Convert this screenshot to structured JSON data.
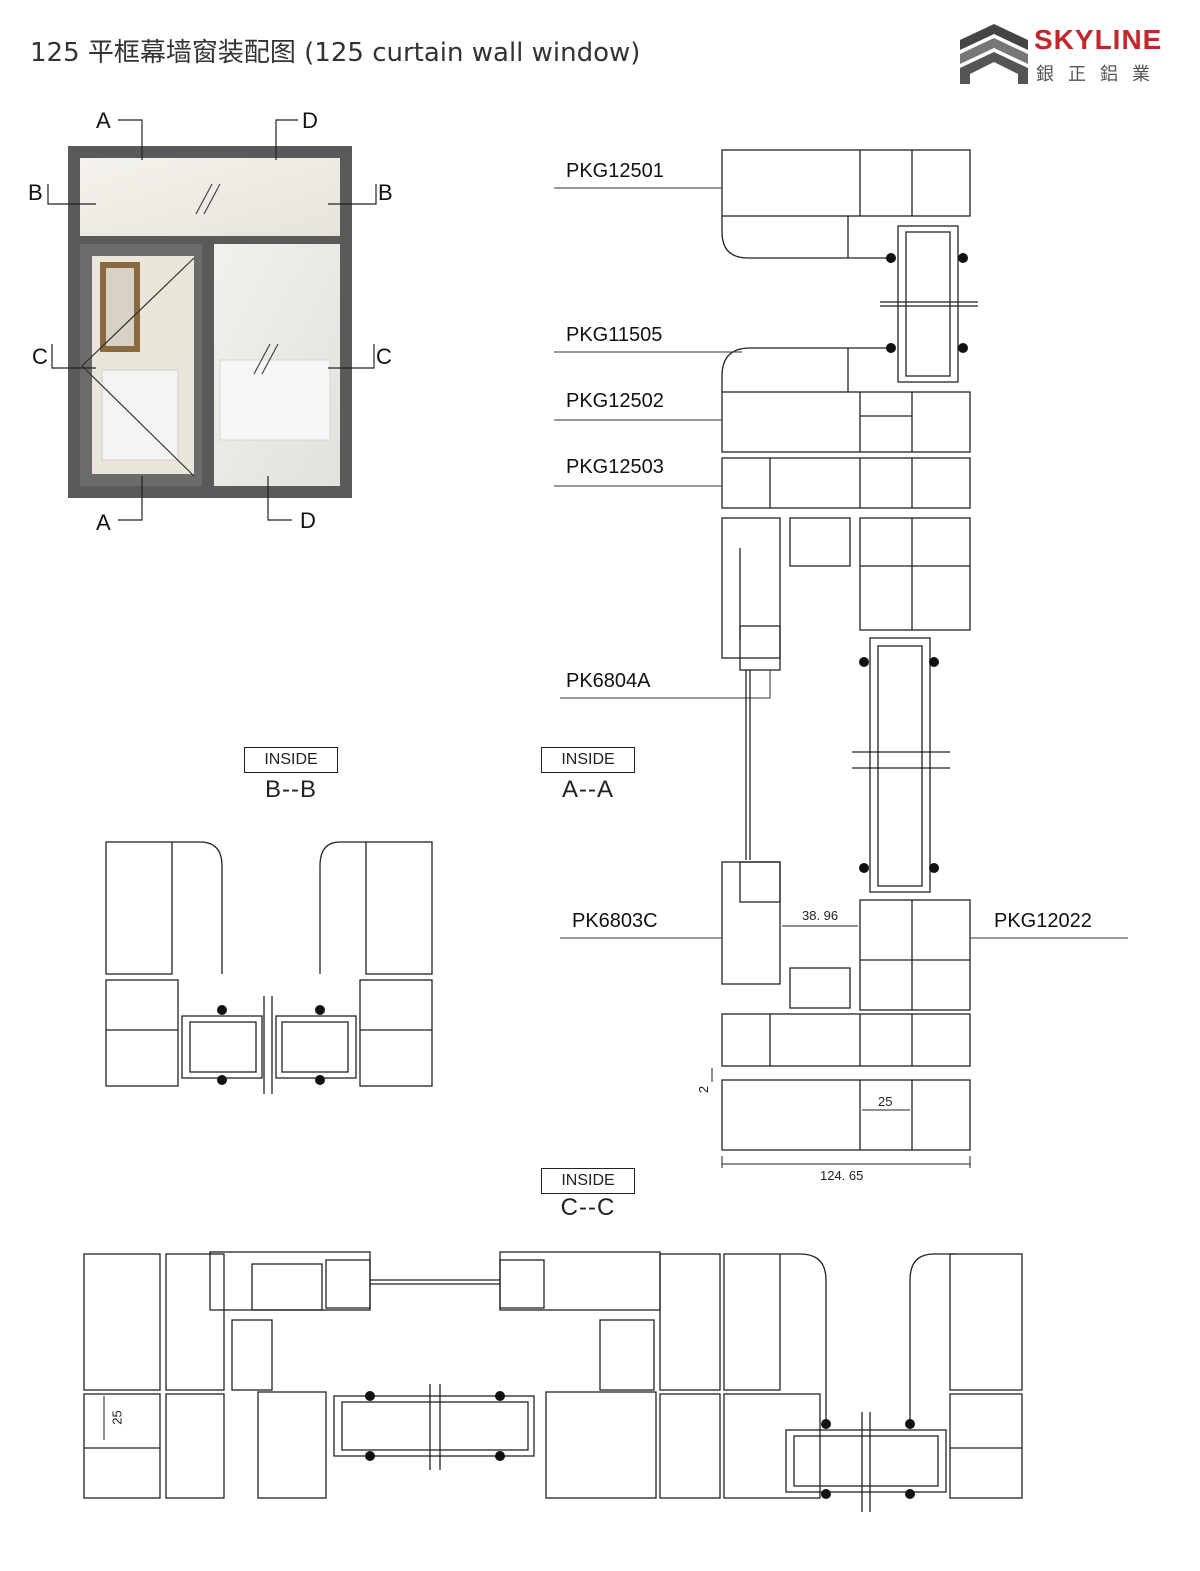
{
  "header": {
    "title": "125 平框幕墙窗装配图 (125 curtain wall window)",
    "brand": "SKYLINE",
    "brand_cn": "銀正鋁業"
  },
  "elevation": {
    "section_marks": {
      "a": "A",
      "b": "B",
      "c": "C",
      "d": "D"
    }
  },
  "sections": {
    "inside_label": "INSIDE",
    "aa": "A--A",
    "bb": "B--B",
    "cc": "C--C"
  },
  "parts": {
    "p1": "PKG12501",
    "p2": "PKG11505",
    "p3": "PKG12502",
    "p4": "PKG12503",
    "p5": "PK6804A",
    "p6": "PK6803C",
    "p7": "PKG12022"
  },
  "dimensions": {
    "gap": "38. 96",
    "width": "124. 65",
    "mullion": "25",
    "small": "2",
    "cc_mullion": "25"
  },
  "colors": {
    "frame": "#5a5a5a",
    "line": "#222222",
    "gasket": "#111111",
    "brand": "#c0282d"
  }
}
